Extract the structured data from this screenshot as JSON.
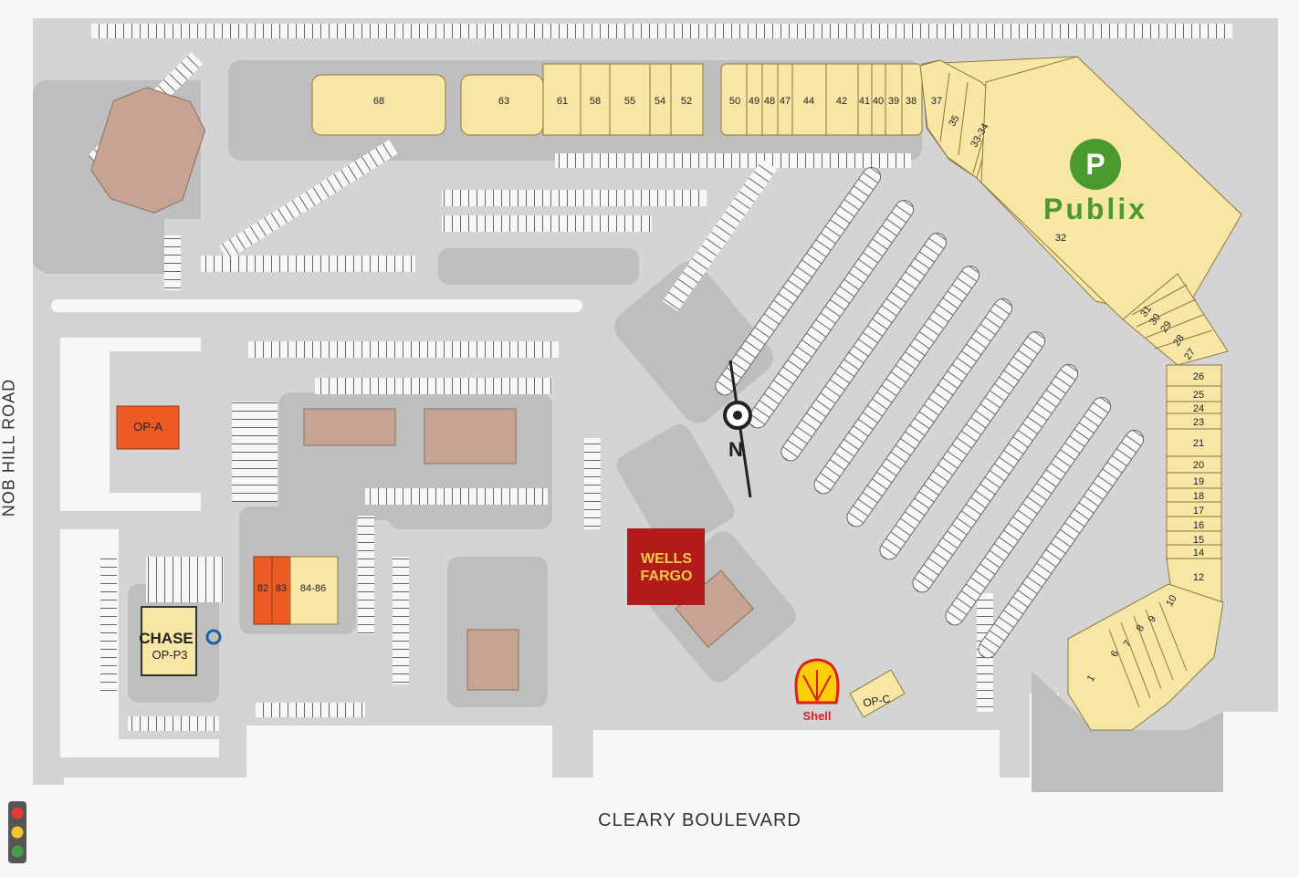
{
  "roads": {
    "bottom": "CLEARY BOULEVARD",
    "left": "NOB HILL ROAD"
  },
  "anchor": {
    "name": "Publix",
    "logo_letter": "P",
    "wordmark": "Publix",
    "unit": "32"
  },
  "tenants": {
    "north_row": [
      "68",
      "63",
      "61",
      "58",
      "55",
      "54",
      "52",
      "50",
      "49",
      "48",
      "47",
      "44",
      "42",
      "41",
      "40",
      "39",
      "38",
      "37"
    ],
    "diagonal": [
      "35",
      "33-34"
    ],
    "east_column": [
      "31",
      "30",
      "29",
      "28",
      "27",
      "26",
      "25",
      "24",
      "23",
      "21",
      "20",
      "19",
      "18",
      "17",
      "16",
      "15",
      "14",
      "12",
      "10",
      "9",
      "8",
      "7",
      "6",
      "1"
    ],
    "west_building": [
      "82",
      "83",
      "84-86"
    ]
  },
  "outparcels": {
    "op_a": "OP-A",
    "op_p3": "OP-P3",
    "op_c": "OP-C"
  },
  "brands": {
    "chase": "CHASE",
    "wells_fargo_line1": "WELLS",
    "wells_fargo_line2": "FARGO",
    "shell": "Shell"
  },
  "compass": {
    "north": "N"
  },
  "icons": [
    "traffic-light-icon",
    "compass-icon",
    "publix-logo-icon",
    "chase-logo-icon",
    "shell-logo-icon"
  ],
  "colors": {
    "lot": "#d4d4d4",
    "island": "#f7f7f7",
    "retail": "#f7e6a5",
    "pad": "#c7a391",
    "outparcel_orange": "#ee5a24",
    "publix_green": "#4a9a2e",
    "wells_red": "#b31b1b",
    "shell_red": "#dd1d21",
    "shell_yellow": "#fbce07"
  }
}
